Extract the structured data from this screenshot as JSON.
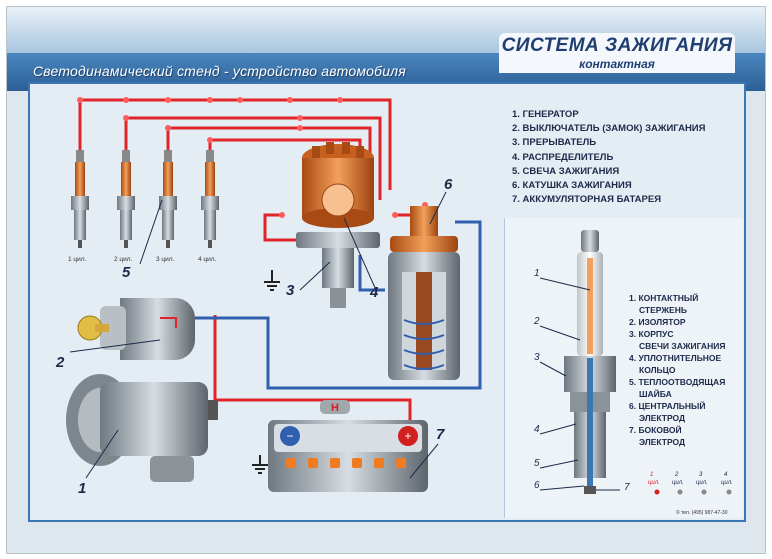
{
  "header": {
    "stand_title": "Светодинамический стенд - устройство автомобиля",
    "main_title": "СИСТЕМА ЗАЖИГАНИЯ",
    "sub_title": "контактная"
  },
  "legend": [
    "1. ГЕНЕРАТОР",
    "2. ВЫКЛЮЧАТЕЛЬ (ЗАМОК) ЗАЖИГАНИЯ",
    "3. ПРЕРЫВАТЕЛЬ",
    "4. РАСПРЕДЕЛИТЕЛЬ",
    "5. СВЕЧА ЗАЖИГАНИЯ",
    "6. КАТУШКА ЗАЖИГАНИЯ",
    "7. АККУМУЛЯТОРНАЯ БАТАРЕЯ"
  ],
  "spark_plug_legend": [
    "1. КОНТАКТНЫЙ",
    "СТЕРЖЕНЬ",
    "2. ИЗОЛЯТОР",
    "3. КОРПУС",
    "СВЕЧИ ЗАЖИГАНИЯ",
    "4. УПЛОТНИТЕЛЬНОЕ",
    "КОЛЬЦО",
    "5. ТЕПЛООТВОДЯЩАЯ",
    "ШАЙБА",
    "6. ЦЕНТРАЛЬНЫЙ",
    "ЭЛЕКТРОД",
    "7. БОКОВОЙ",
    "ЭЛЕКТРОД"
  ],
  "cylinders": [
    "1 цил.",
    "2 цил.",
    "3 цил.",
    "4 цил."
  ],
  "callouts": [
    "1",
    "2",
    "3",
    "4",
    "5",
    "6",
    "7"
  ],
  "plug_callouts": [
    "1",
    "2",
    "3",
    "4",
    "5",
    "6",
    "7"
  ],
  "indicators": [
    {
      "num": "1",
      "label": "цил."
    },
    {
      "num": "2",
      "label": "цил."
    },
    {
      "num": "3",
      "label": "цил."
    },
    {
      "num": "4",
      "label": "цил."
    }
  ],
  "footer": "© тел. (495) 987-47-30",
  "colors": {
    "wire_high": "#e0242a",
    "wire_low": "#2f5fae",
    "accent_orange": "#d8702a",
    "panel_border": "#3a77b5"
  }
}
